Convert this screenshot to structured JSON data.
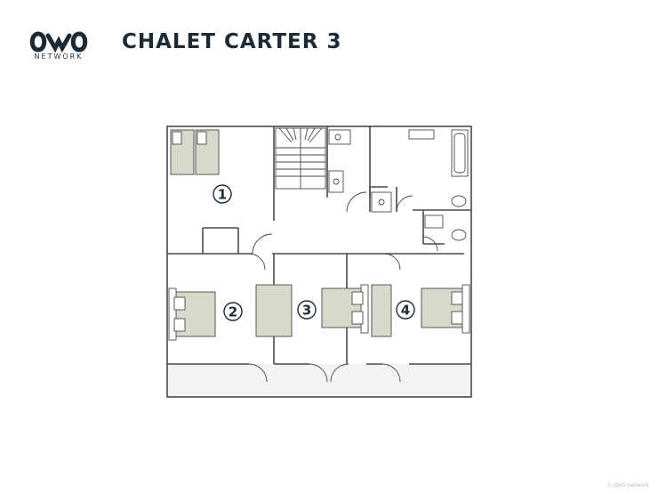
{
  "brand": {
    "name": "NETWORK"
  },
  "title": "CHALET CARTER 3",
  "rooms": [
    {
      "number": "1"
    },
    {
      "number": "2"
    },
    {
      "number": "3"
    },
    {
      "number": "4"
    }
  ],
  "copyright": "© OVO network",
  "colors": {
    "wall": "#4a4a4a",
    "furniture": "#d6dacb",
    "text": "#1c2a36"
  }
}
